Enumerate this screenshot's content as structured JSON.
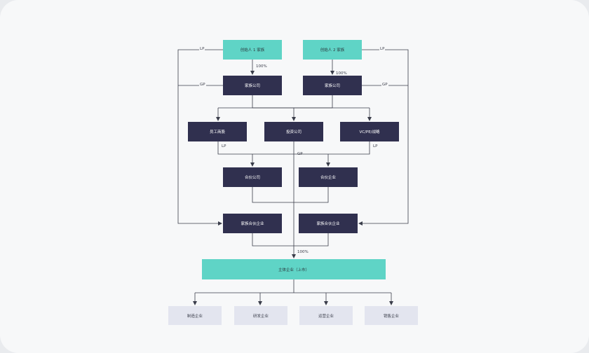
{
  "nodes": {
    "founder1": "创始人 1 家族",
    "founder2": "创始人 2 家族",
    "family_co_1": "家族公司",
    "family_co_2": "家族公司",
    "employee_holding": "员工商股",
    "investment_co": "投资公司",
    "vc_pe": "VC/PE/战略",
    "partner_co": "合伙公司",
    "partner_ent": "合伙企业",
    "family_partner_1": "家族合伙企业",
    "family_partner_2": "家族合伙企业",
    "main_ent": "主体企业（上市）",
    "sub_manufacturing": "制造企业",
    "sub_rd": "研发企业",
    "sub_operations": "运营企业",
    "sub_sales": "销售企业"
  },
  "edge_labels": {
    "lp_left_top": "LP",
    "lp_right_top": "LP",
    "gp_left": "GP",
    "gp_right": "GP",
    "pct_founder1": "100%",
    "pct_founder2": "100%",
    "lp_employee": "LP",
    "lp_vc": "LP",
    "gp_invest": "GP",
    "pct_main": "100%"
  },
  "colors": {
    "teal": "#5fd4c6",
    "navy": "#30304f",
    "light": "#e3e5ef",
    "line": "#3a3d4a"
  }
}
